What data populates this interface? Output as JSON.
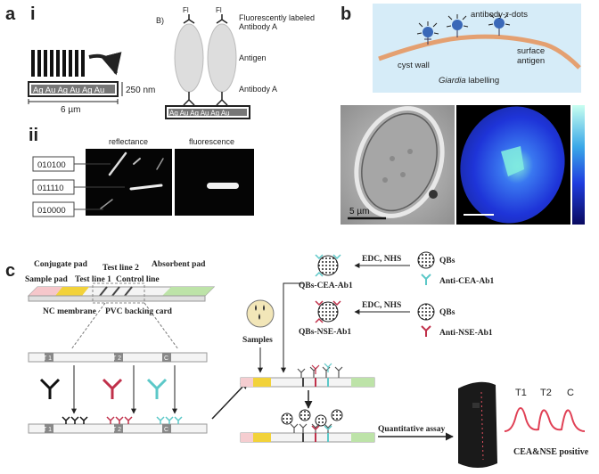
{
  "panel_a": {
    "label": "a",
    "sub_i": "i",
    "sub_ii": "ii",
    "B_label": "B)",
    "rod_text": "Ag Au Ag Au Ag  Au",
    "rod_text_b": "Ag Au Ag Au Ag Au",
    "dim_height": "250 nm",
    "dim_width": "6 µm",
    "fl": "Fl",
    "fluor_antibody": "Fluorescently labeled",
    "fluor_antibody_2": "Antibody A",
    "antigen": "Antigen",
    "antibody_a": "Antibody A",
    "reflectance": "reflectance",
    "fluorescence": "fluorescence",
    "codes": [
      "010100",
      "011110",
      "010000"
    ]
  },
  "panel_b": {
    "label": "b",
    "antibody_dots": "antibody-τ-dots",
    "cyst_wall": "cyst wall",
    "surface": "surface",
    "antigen": "antigen",
    "giardia": "Giardia",
    "labelling": " labelling",
    "scale": "5 µm"
  },
  "panel_c": {
    "label": "c",
    "conjugate_pad": "Conjugate pad",
    "test_line_2": "Test line 2",
    "sample_pad": "Sample pad",
    "test_line_1": "Test line 1",
    "control_line": "Control line",
    "absorbent_pad": "Absorbent pad",
    "nc_membrane": "NC membrane",
    "pvc": "PVC backing card",
    "strip_labels": [
      "T 1",
      "T 2",
      "C"
    ],
    "qbs_cea": "QBs-CEA-Ab1",
    "qbs_nse": "QBs-NSE-Ab1",
    "edc_nhs": "EDC, NHS",
    "qbs": "QBs",
    "anti_cea": "Anti-CEA-Ab1",
    "anti_nse": "Anti-NSE-Ab1",
    "samples": "Samples",
    "quant": "Quantitative assay",
    "peaks": [
      "T1",
      "T2",
      "C"
    ],
    "positive": "CEA&NSE positive"
  },
  "colors": {
    "cyan": "#5cc8c8",
    "red": "#c0304a",
    "yellow": "#f2d23a",
    "green": "#bde3a8",
    "pink": "#f5cdd0",
    "cyan_line": "#36a6b4",
    "red_curve": "#e04055",
    "b_blue": "#1e34d8"
  }
}
